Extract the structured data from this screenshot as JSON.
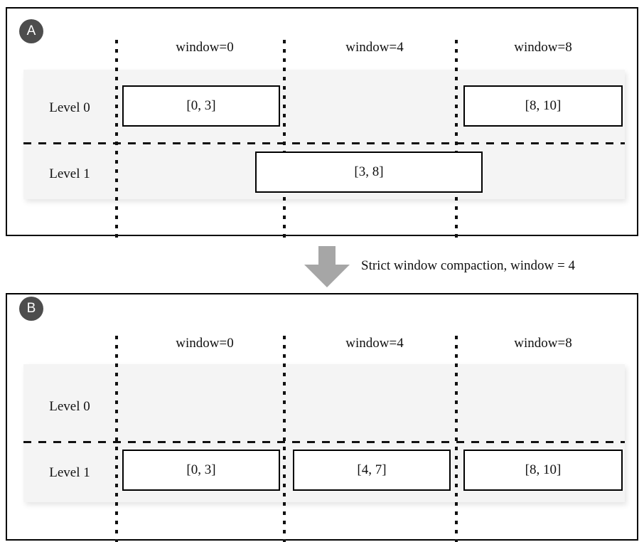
{
  "figure": {
    "type": "compaction-diagram",
    "panels": [
      {
        "id": "A",
        "badge": "A",
        "window_headers": [
          {
            "label": "window=0",
            "value": 0
          },
          {
            "label": "window=4",
            "value": 4
          },
          {
            "label": "window=8",
            "value": 8
          }
        ],
        "levels": [
          {
            "label": "Level 0",
            "index": 0
          },
          {
            "label": "Level 1",
            "index": 1
          }
        ],
        "boxes": [
          {
            "label": "[0, 3]",
            "level": 0,
            "start": 0,
            "end": 3,
            "window": 0
          },
          {
            "label": "[8, 10]",
            "level": 0,
            "start": 8,
            "end": 10,
            "window": 8
          },
          {
            "label": "[3, 8]",
            "level": 1,
            "start": 3,
            "end": 8,
            "window": 4
          }
        ]
      },
      {
        "id": "B",
        "badge": "B",
        "window_headers": [
          {
            "label": "window=0",
            "value": 0
          },
          {
            "label": "window=4",
            "value": 4
          },
          {
            "label": "window=8",
            "value": 8
          }
        ],
        "levels": [
          {
            "label": "Level 0",
            "index": 0
          },
          {
            "label": "Level 1",
            "index": 1
          }
        ],
        "boxes": [
          {
            "label": "[0, 3]",
            "level": 1,
            "start": 0,
            "end": 3,
            "window": 0
          },
          {
            "label": "[4, 7]",
            "level": 1,
            "start": 4,
            "end": 7,
            "window": 4
          },
          {
            "label": "[8, 10]",
            "level": 1,
            "start": 8,
            "end": 10,
            "window": 8
          }
        ]
      }
    ],
    "transition": {
      "caption": "Strict window compaction, window = 4",
      "arrow": "down-arrow",
      "arrow_color": "#a6a6a6"
    },
    "colors": {
      "badge_bg": "#4d4d4d",
      "badge_fg": "#ffffff",
      "band_bg": "#f4f4f4",
      "stroke": "#000000",
      "arrow": "#a6a6a6",
      "page_bg": "#ffffff"
    }
  }
}
